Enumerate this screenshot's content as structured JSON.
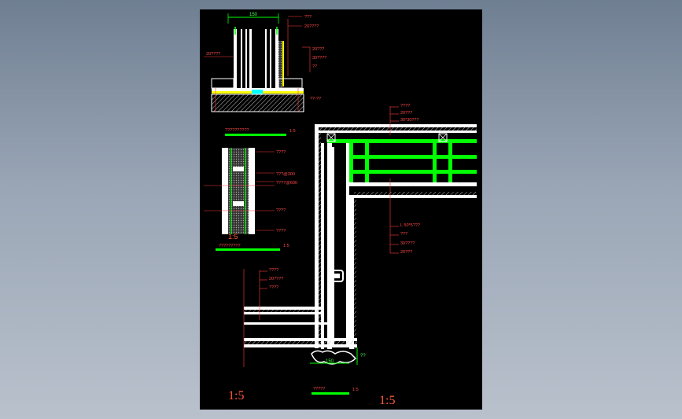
{
  "details": {
    "top": {
      "dim": "150",
      "left_note": "20????",
      "callouts_right": [
        "???",
        "20????",
        "20???",
        "30????",
        "??"
      ],
      "base_note": "??-??",
      "title": "??????????",
      "scale": "1:5"
    },
    "middle": {
      "callouts_right": [
        "????",
        "???@300",
        "????@600",
        "????",
        "????"
      ],
      "scale_mark": "1:5",
      "title": "?????????",
      "scale": "1:5"
    },
    "main": {
      "callouts_top": [
        "????",
        "20???",
        "30*30???"
      ],
      "callouts_mid": [
        "L   50*5???",
        "???",
        "30????",
        "20???"
      ],
      "callouts_left": [
        "????",
        "20????",
        "????"
      ],
      "bottom_dim": "150",
      "side_dim": "??",
      "title": "?????",
      "scale": "1:5"
    }
  },
  "scale_labels": {
    "left": "1:5",
    "right": "1:5"
  },
  "colors": {
    "background": "#000000",
    "lines": "#ffffff",
    "accent": "#00ff00",
    "text": "#ff3b3b",
    "yellow": "#ffff00"
  }
}
